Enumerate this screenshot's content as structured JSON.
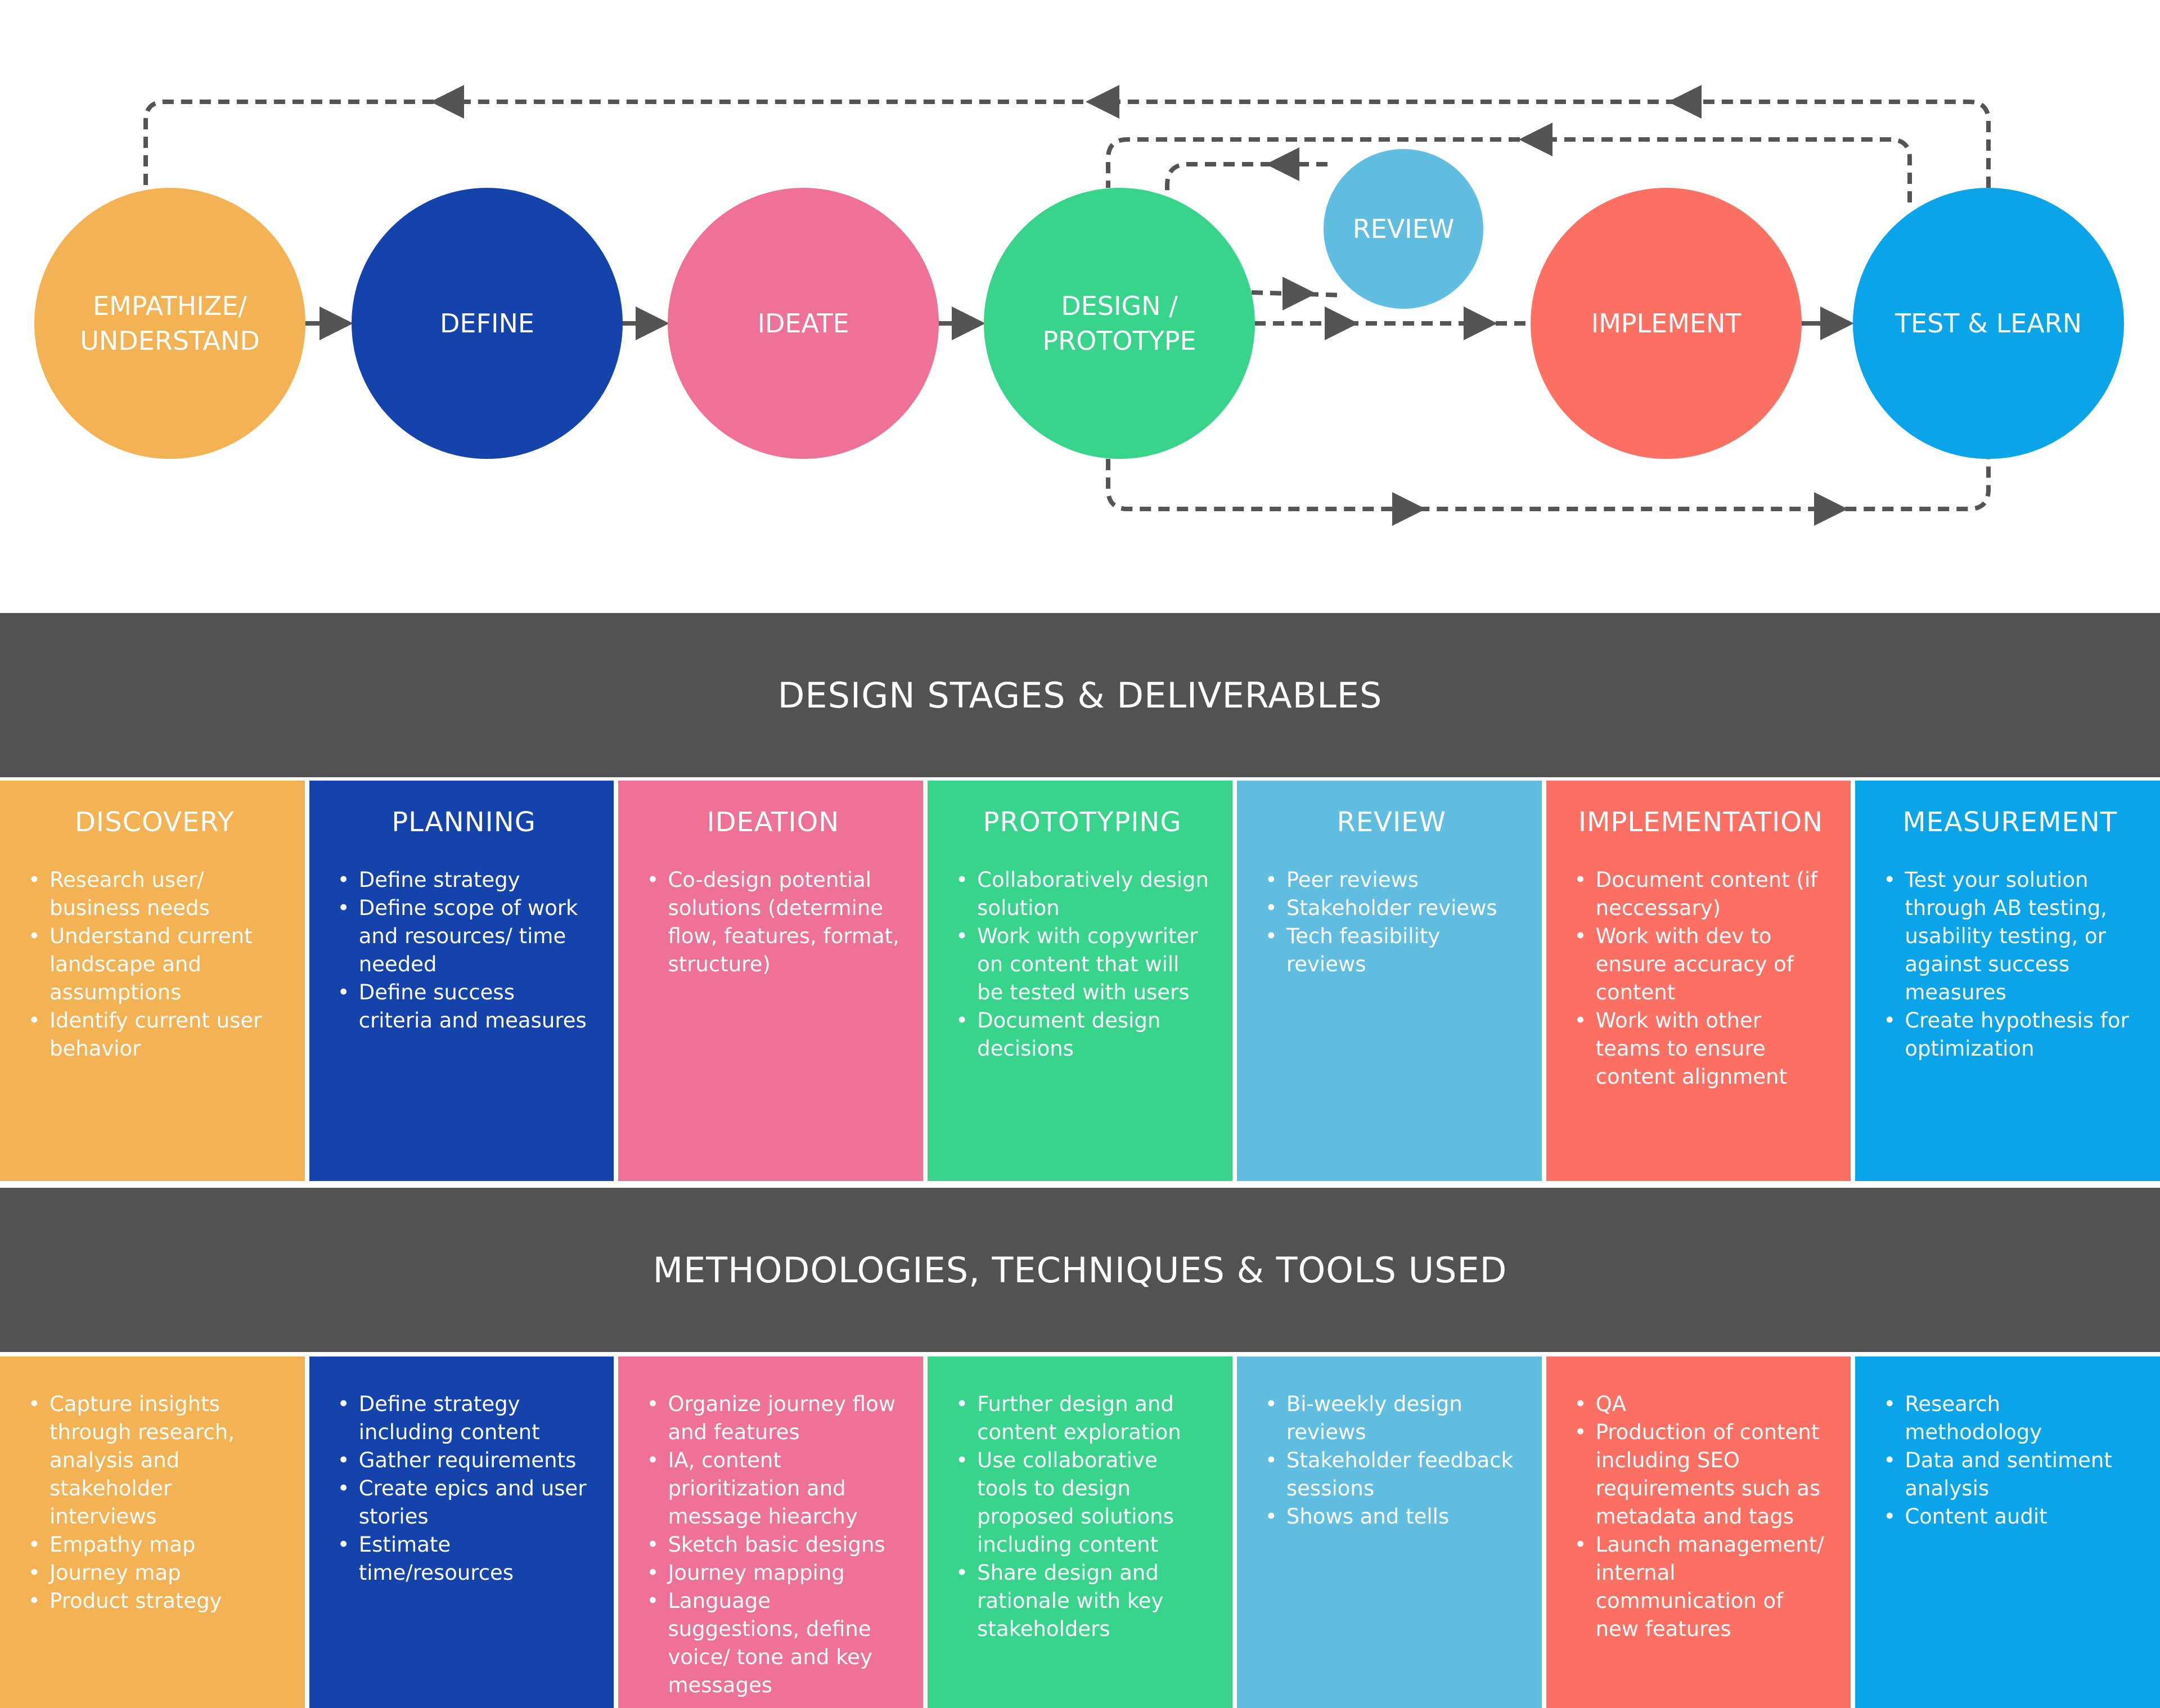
{
  "colors": {
    "empathize": "#F3B254",
    "define": "#1343AB",
    "ideate": "#EE7198",
    "design": "#38D48C",
    "review": "#61BEE0",
    "implement": "#FD7164",
    "test": "#0AA5E9",
    "band": "#525252",
    "connector": "#545454"
  },
  "flow": {
    "nodes": [
      {
        "id": "empathize",
        "lines": [
          "EMPATHIZE/",
          "UNDERSTAND"
        ]
      },
      {
        "id": "define",
        "lines": [
          "DEFINE"
        ]
      },
      {
        "id": "ideate",
        "lines": [
          "IDEATE"
        ]
      },
      {
        "id": "design",
        "lines": [
          "DESIGN /",
          "PROTOTYPE"
        ]
      },
      {
        "id": "review",
        "lines": [
          "REVIEW"
        ]
      },
      {
        "id": "implement",
        "lines": [
          "IMPLEMENT"
        ]
      },
      {
        "id": "test",
        "lines": [
          "TEST & LEARN"
        ]
      }
    ]
  },
  "section1": {
    "title": "DESIGN STAGES & DELIVERABLES",
    "columns": [
      {
        "title": "DISCOVERY",
        "color": "#F3B254",
        "items": [
          "Research user/ business needs",
          "Understand current landscape and assumptions",
          "Identify current user behavior"
        ]
      },
      {
        "title": "PLANNING",
        "color": "#1343AB",
        "items": [
          "Define strategy",
          "Define scope of work and resources/ time needed",
          "Define success criteria and measures"
        ]
      },
      {
        "title": "IDEATION",
        "color": "#EE7198",
        "items": [
          "Co-design potential solutions (determine flow, features, format, structure)"
        ]
      },
      {
        "title": "PROTOTYPING",
        "color": "#38D48C",
        "items": [
          "Collaboratively design solution",
          "Work with copywriter on content that will be tested with users",
          "Document design decisions"
        ]
      },
      {
        "title": "REVIEW",
        "color": "#61BEE0",
        "items": [
          "Peer reviews",
          "Stakeholder reviews",
          "Tech feasibility reviews"
        ]
      },
      {
        "title": "IMPLEMENTATION",
        "color": "#FD7164",
        "items": [
          "Document content (if neccessary)",
          "Work with dev to ensure accuracy of content",
          "Work with other teams to ensure content alignment"
        ]
      },
      {
        "title": "MEASUREMENT",
        "color": "#0AA5E9",
        "items": [
          "Test your solution through AB testing, usability testing, or against success measures",
          "Create hypothesis for optimization"
        ]
      }
    ]
  },
  "section2": {
    "title": "METHODOLOGIES, TECHNIQUES & TOOLS USED",
    "columns": [
      {
        "color": "#F3B254",
        "items": [
          "Capture insights through research, analysis and stakeholder interviews",
          "Empathy map",
          "Journey map",
          "Product strategy"
        ]
      },
      {
        "color": "#1343AB",
        "items": [
          "Define strategy including content",
          "Gather requirements",
          "Create epics and user stories",
          "Estimate time/resources"
        ]
      },
      {
        "color": "#EE7198",
        "items": [
          "Organize journey flow and features",
          "IA, content prioritization and message hiearchy",
          "Sketch basic designs",
          "Journey mapping",
          "Language suggestions, define voice/ tone and key messages"
        ]
      },
      {
        "color": "#38D48C",
        "items": [
          "Further design and content exploration",
          "Use collaborative tools to design proposed solutions including content",
          "Share design and rationale with key stakeholders"
        ]
      },
      {
        "color": "#61BEE0",
        "items": [
          "Bi-weekly design reviews",
          "Stakeholder feedback sessions",
          "Shows and tells"
        ]
      },
      {
        "color": "#FD7164",
        "items": [
          "QA",
          "Production of content including SEO requirements such as metadata and tags",
          "Launch management/ internal communication of new features"
        ]
      },
      {
        "color": "#0AA5E9",
        "items": [
          "Research methodology",
          "Data and sentiment analysis",
          "Content audit"
        ]
      }
    ]
  }
}
